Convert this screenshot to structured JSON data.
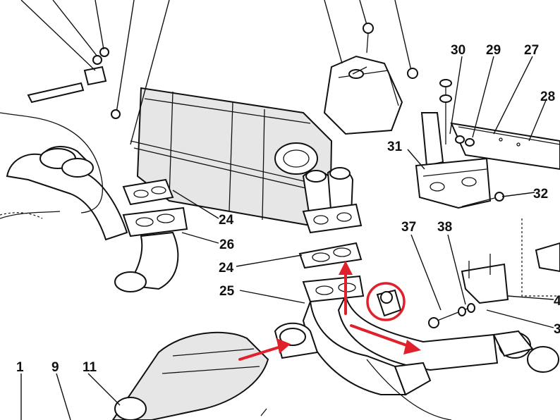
{
  "diagram": {
    "callouts": {
      "n30": "30",
      "n29": "29",
      "n27": "27",
      "n28": "28",
      "n31": "31",
      "n32": "32",
      "n37": "37",
      "n38": "38",
      "n24a": "24",
      "n26": "26",
      "n24b": "24",
      "n25": "25",
      "n1": "1",
      "n9": "9",
      "n11": "11",
      "n4": "4",
      "n3": "3"
    }
  }
}
